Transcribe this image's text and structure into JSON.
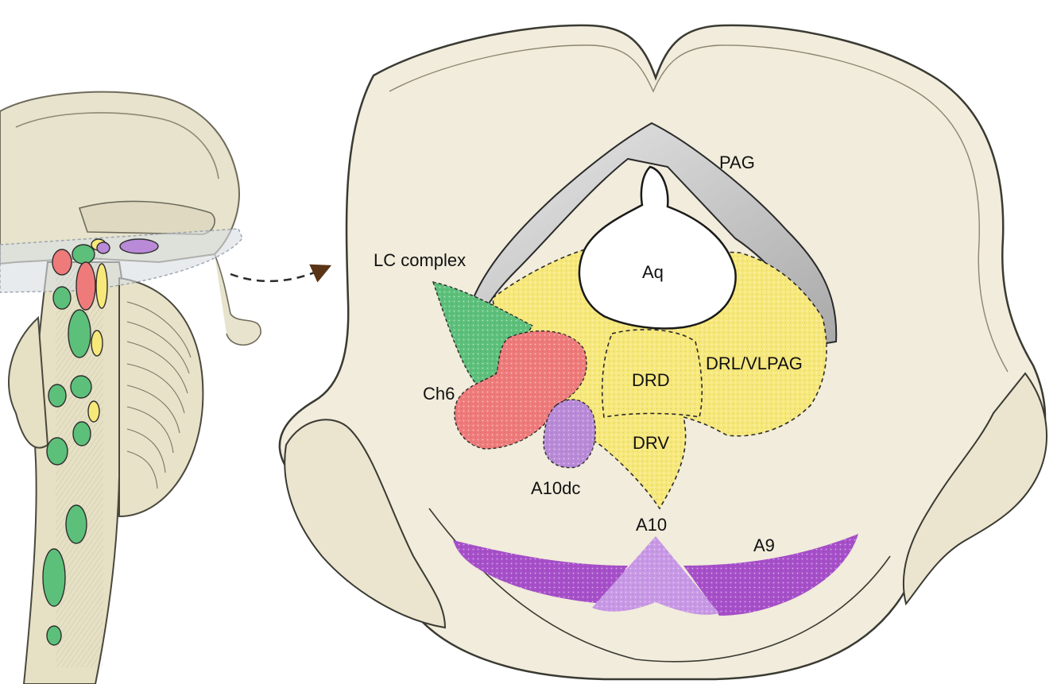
{
  "labels": {
    "pag": "PAG",
    "aq": "Aq",
    "lc_complex": "LC complex",
    "ch6": "Ch6",
    "drd": "DRD",
    "drl_vlpag": "DRL/VLPAG",
    "drv": "DRV",
    "a10dc": "A10dc",
    "a10": "A10",
    "a9": "A9"
  },
  "colors": {
    "tissue": "#f1ecdb",
    "tissue_outline": "#3a3a33",
    "pag_gray": "#cfcfcf",
    "dorsal_raphe_yellow": "#f7e87a",
    "lc_green": "#5cc07a",
    "ch6_red": "#ef7a7a",
    "a10dc_violet": "#b98ad8",
    "a9_purple": "#a64fc9",
    "a10_lilac": "#c898e6",
    "arrow": "#5a3416"
  }
}
